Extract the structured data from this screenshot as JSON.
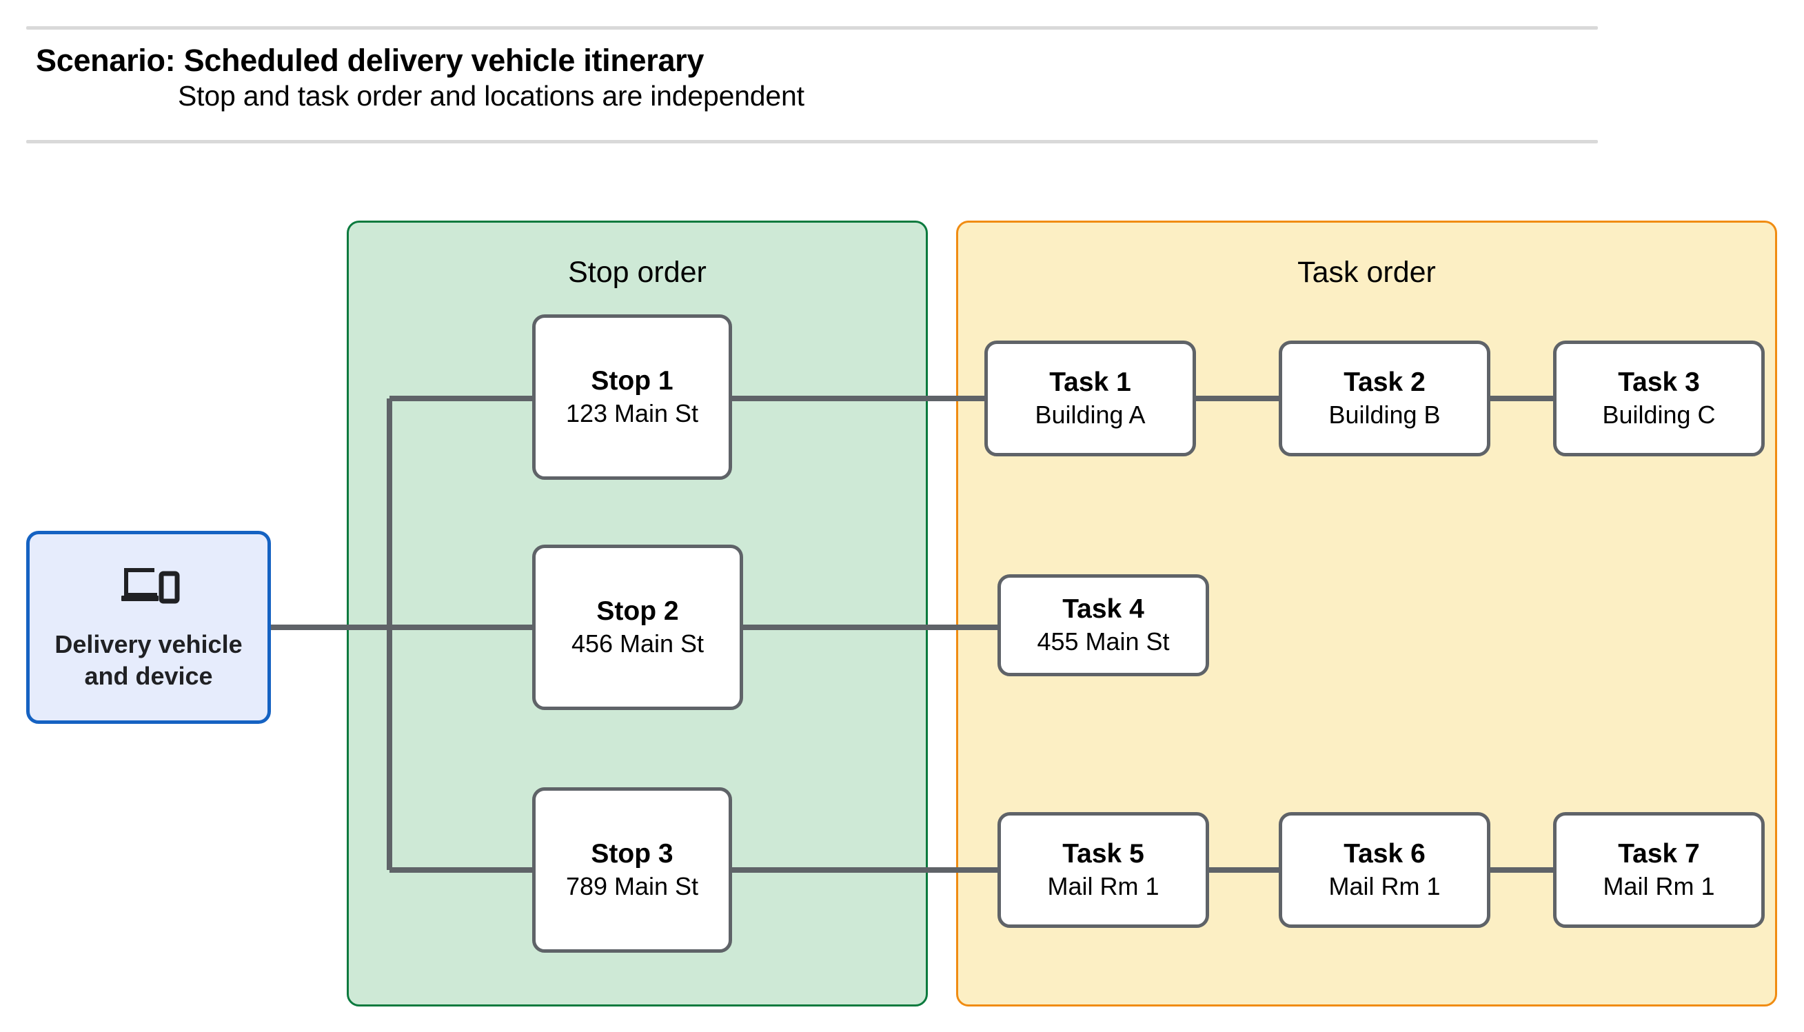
{
  "header": {
    "title": "Scenario: Scheduled delivery vehicle itinerary",
    "subtitle": "Stop and task order and locations are independent"
  },
  "vehicle": {
    "icon": "laptop-and-phone-icon",
    "label": "Delivery vehicle\nand device"
  },
  "groups": {
    "stop": {
      "title": "Stop order",
      "fill": "#cee9d6",
      "border": "#0b7a3e"
    },
    "task": {
      "title": "Task order",
      "fill": "#fcefc4",
      "border": "#f08c12"
    }
  },
  "stops": [
    {
      "title": "Stop 1",
      "location": "123 Main St"
    },
    {
      "title": "Stop 2",
      "location": "456 Main St"
    },
    {
      "title": "Stop 3",
      "location": "789 Main St"
    }
  ],
  "task_rows": [
    [
      {
        "title": "Task 1",
        "location": "Building A"
      },
      {
        "title": "Task 2",
        "location": "Building B"
      },
      {
        "title": "Task 3",
        "location": "Building C"
      }
    ],
    [
      {
        "title": "Task 4",
        "location": "455 Main St"
      }
    ],
    [
      {
        "title": "Task 5",
        "location": "Mail Rm 1"
      },
      {
        "title": "Task 6",
        "location": "Mail Rm 1"
      },
      {
        "title": "Task 7",
        "location": "Mail Rm 1"
      }
    ]
  ],
  "colors": {
    "node_border": "#5f6368",
    "connector": "#5f6368",
    "vehicle_fill": "#e6ecfc",
    "vehicle_border": "#1562c2",
    "rule": "#d9d9d9"
  }
}
